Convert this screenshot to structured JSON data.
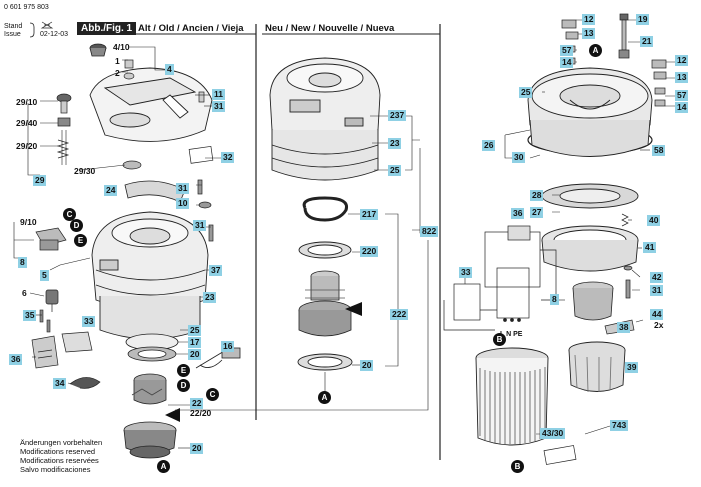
{
  "header": {
    "doc_number": "0 601 975 803",
    "stand_label": "Stand",
    "issue_label": "Issue",
    "date": "02-12-03"
  },
  "fig_label": "Abb./Fig. 1",
  "section_old": "Alt / Old / Ancien / Vieja",
  "section_new": "Neu / New / Nouvelle / Nueva",
  "footer": {
    "line1": "Änderungen vorbehalten",
    "line2": "Modifications reserved",
    "line3": "Modifications reservées",
    "line4": "Salvo modificaciones"
  },
  "labels": {
    "p4_10": "4/10",
    "p4": "4",
    "p1": "1",
    "p2": "2",
    "p11": "11",
    "p31a": "31",
    "p29_10": "29/10",
    "p29_40": "29/40",
    "p29_20": "29/20",
    "p29": "29",
    "p29_30": "29/30",
    "p32": "32",
    "p24": "24",
    "p31b": "31",
    "p10": "10",
    "p31c": "31",
    "p9_10": "9/10",
    "p8a": "8",
    "p5": "5",
    "p37": "37",
    "p6": "6",
    "p23a": "23",
    "p35": "35",
    "p33a": "33",
    "p25a": "25",
    "p17": "17",
    "p20a": "20",
    "p16": "16",
    "p36a": "36",
    "p34": "34",
    "p22a": "22",
    "p22_20": "22/20",
    "p20b": "20",
    "p237": "237",
    "p23b": "23",
    "p25b": "25",
    "p217": "217",
    "p220": "220",
    "p822": "822",
    "p222": "222",
    "p20c": "20",
    "p12a": "12",
    "p13a": "13",
    "p57a": "57",
    "p14a": "14",
    "p19": "19",
    "p21": "21",
    "p12b": "12",
    "p13b": "13",
    "p57b": "57",
    "p14b": "14",
    "p25c": "25",
    "p26": "26",
    "p30": "30",
    "p58": "58",
    "p28": "28",
    "p27": "27",
    "p40": "40",
    "p36b": "36",
    "p41": "41",
    "p33b": "33",
    "p8b": "8",
    "p42": "42",
    "p31d": "31",
    "p44": "44",
    "p38": "38",
    "p39": "39",
    "p43_30": "43/30",
    "p743": "743"
  },
  "qty_2x": "2x",
  "circles": {
    "a1": "A",
    "a2": "A",
    "a3": "A",
    "b1": "B",
    "b2": "B",
    "c1": "C",
    "c2": "C",
    "d1": "D",
    "d2": "D",
    "e1": "E",
    "e2": "E"
  },
  "connector_text": "L N PE"
}
